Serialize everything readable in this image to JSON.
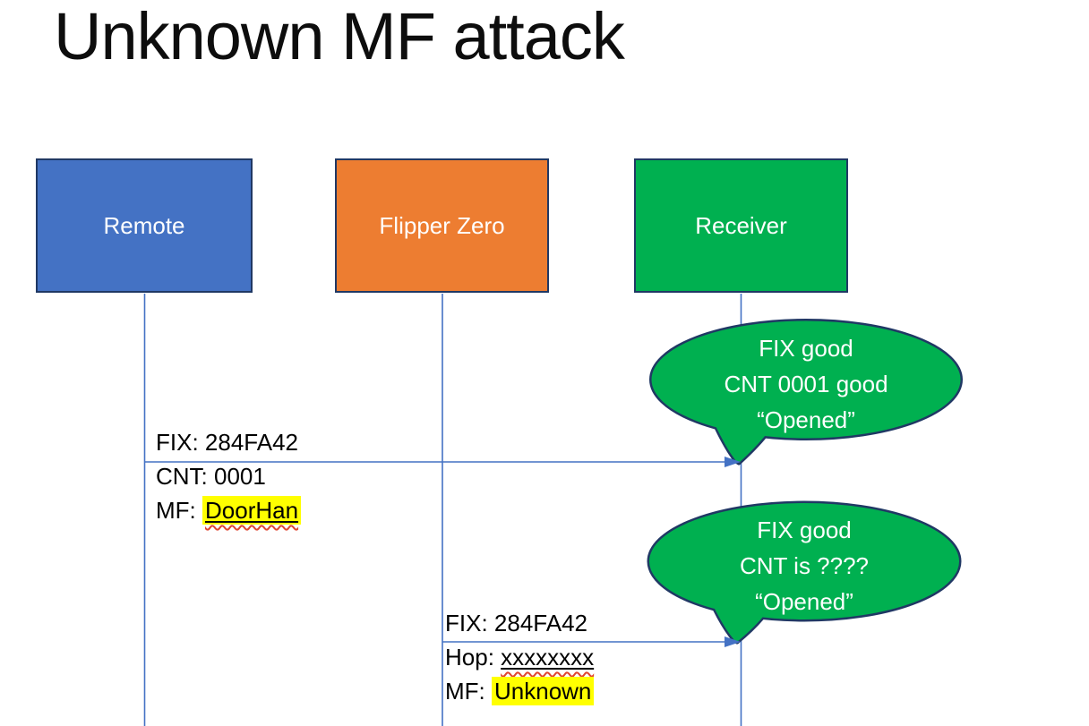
{
  "title": "Unknown MF attack",
  "actors": [
    {
      "name": "Remote",
      "fill": "#4472C4"
    },
    {
      "name": "Flipper Zero",
      "fill": "#ED7D31"
    },
    {
      "name": "Receiver",
      "fill": "#00B050"
    }
  ],
  "colors": {
    "box_border": "#203864",
    "connector": "#4472C4",
    "bubble_fill": "#00B050",
    "bubble_border": "#203864",
    "highlight": "#FFFF00",
    "spellcheck_squiggle": "#E0452F",
    "text_dark": "#000000",
    "text_light": "#FFFFFF"
  },
  "messages": {
    "msg1": {
      "line1": "FIX: 284FA42",
      "line2": "CNT: 0001",
      "line3_prefix": "MF: ",
      "line3_value": "DoorHan"
    },
    "msg2": {
      "line1": "FIX: 284FA42",
      "line2_prefix": "Hop: ",
      "line2_value": "xxxxxxxx",
      "line3_prefix": "MF: ",
      "line3_value": "Unknown"
    }
  },
  "bubbles": {
    "bubble1": {
      "line1": "FIX good",
      "line2": "CNT 0001 good",
      "line3": "“Opened”"
    },
    "bubble2": {
      "line1": "FIX good",
      "line2": "CNT is ????",
      "line3": "“Opened”"
    }
  }
}
